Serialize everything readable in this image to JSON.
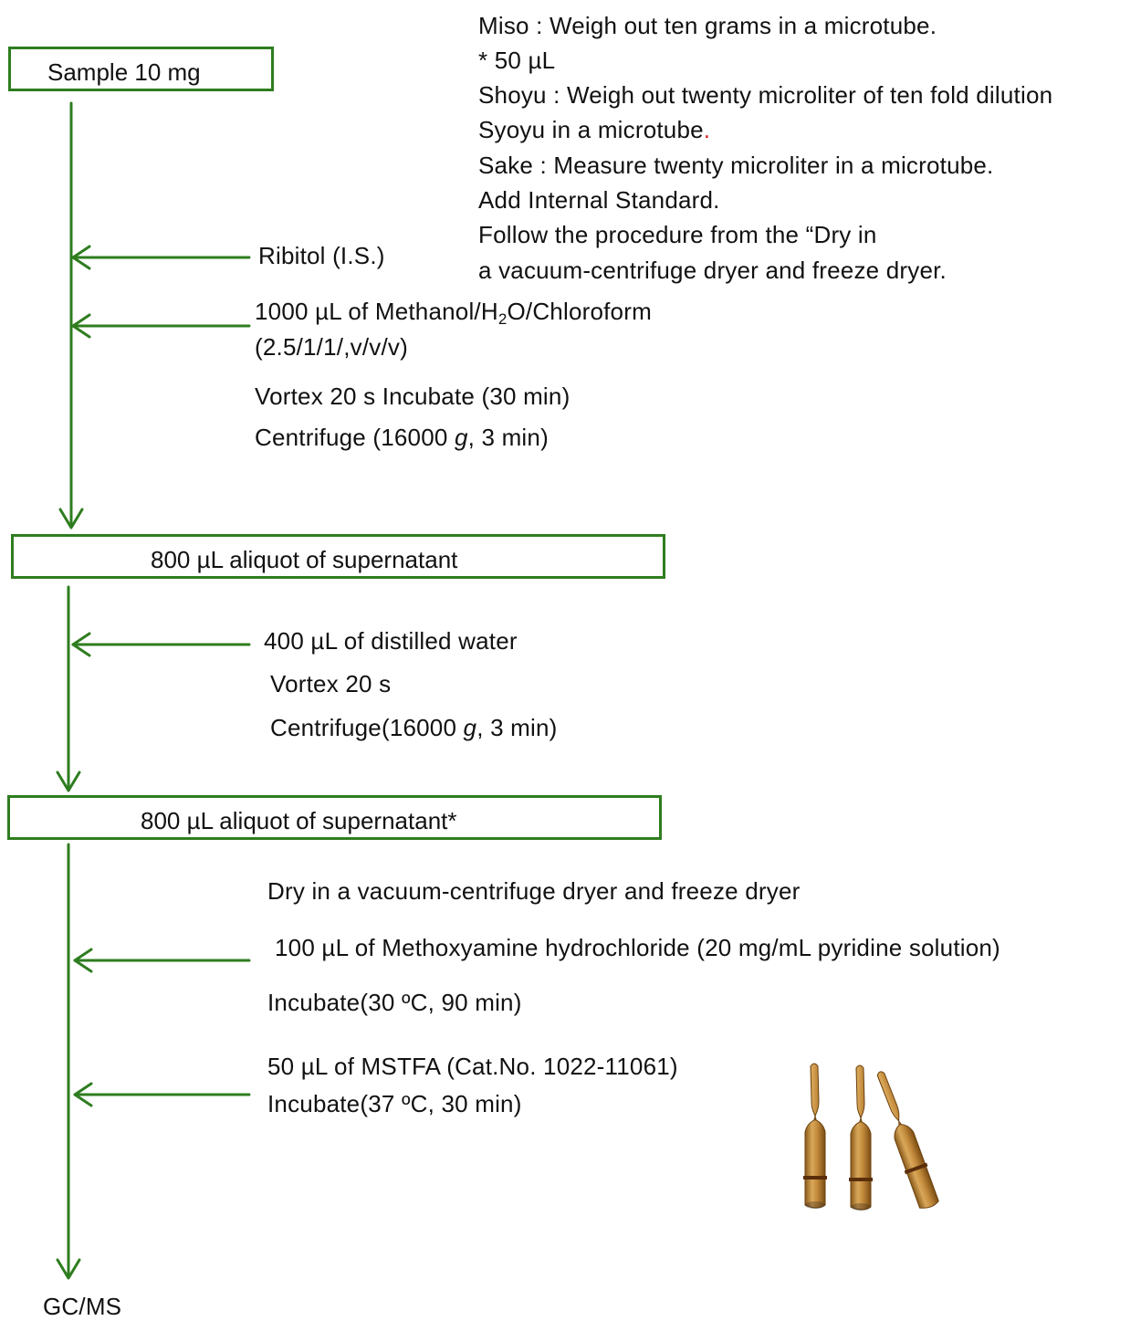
{
  "colors": {
    "flow_green": "#2e7d1f",
    "text": "#111111",
    "accent_red": "#e02020"
  },
  "start_box": "Sample 10 mg",
  "notes": {
    "miso": "Miso    : Weigh out ten grams in a microtube.",
    "asterisk": "* 50 µL",
    "shoyu": "Shoyu : Weigh out twenty microliter of ten fold  dilution",
    "syoyu": "Syoyu in a microtube",
    "syoyu_dot": ".",
    "sake": "Sake : Measure twenty microliter in a microtube.",
    "add_is": "Add Internal Standard.",
    "follow1": "Follow the procedure from the “Dry in",
    "follow2": "a vacuum-centrifuge dryer and freeze dryer."
  },
  "step1": {
    "ribitol": "Ribitol (I.S.)",
    "solvent_prefix": "1000 µL of Methanol/H",
    "solvent_sub": "2",
    "solvent_suffix": "O/Chloroform",
    "ratio": "(2.5/1/1/,v/v/v)",
    "vortex": "Vortex 20 s  Incubate (30 min)",
    "centrifuge_pre": "Centrifuge (16000 ",
    "centrifuge_g": "g",
    "centrifuge_post": ", 3 min)"
  },
  "box2": "800 µL aliquot of supernatant",
  "step2": {
    "water": "400 µL of distilled water",
    "vortex": "Vortex 20 s",
    "centrifuge_pre": "Centrifuge(16000 ",
    "centrifuge_g": "g",
    "centrifuge_post": ", 3 min)"
  },
  "box3": "800 µL aliquot of supernatant*",
  "step3": {
    "dry": "Dry in a vacuum-centrifuge dryer and freeze dryer",
    "methoxy": "100 µL of Methoxyamine hydrochloride  (20 mg/mL pyridine solution)",
    "incubate1": "Incubate(30 ºC, 90 min)",
    "mstfa": "50 µL of MSTFA  (Cat.No. 1022-11061)",
    "incubate2": "Incubate(37 ºC, 30 min)"
  },
  "end_label": "GC/MS"
}
